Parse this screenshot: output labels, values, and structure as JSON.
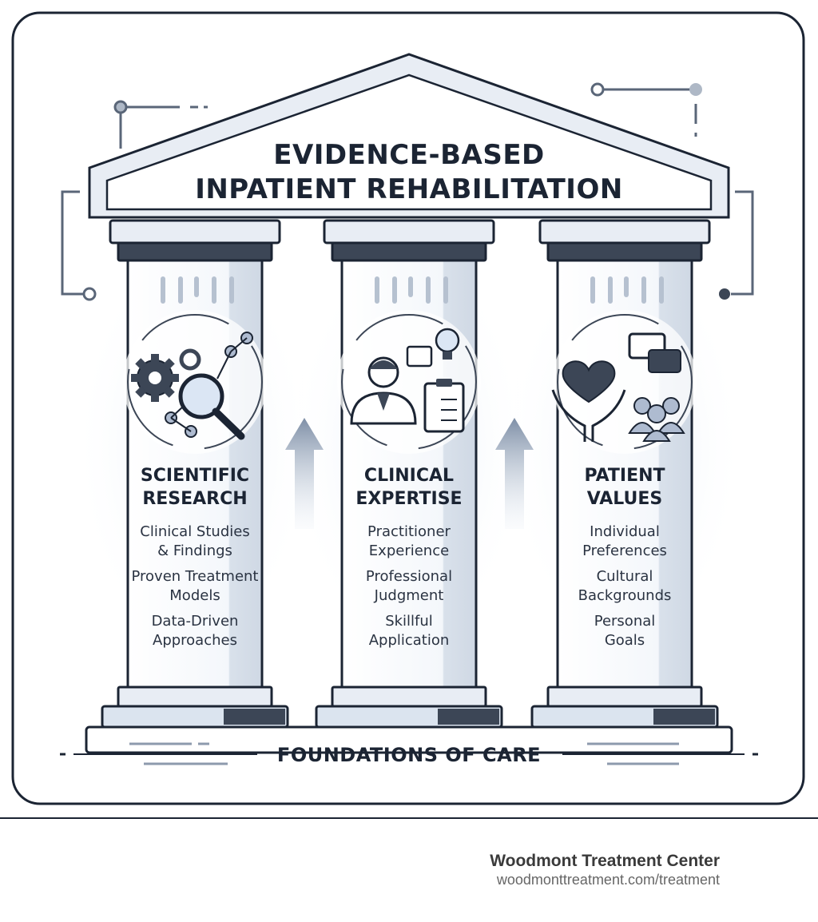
{
  "diagram": {
    "title_lines": [
      "EVIDENCE-BASED",
      "INPATIENT REHABILITATION"
    ],
    "pillars": [
      {
        "heading": [
          "SCIENTIFIC",
          "RESEARCH"
        ],
        "items": [
          [
            "Clinical Studies",
            "& Findings"
          ],
          [
            "Proven Treatment",
            "Models"
          ],
          [
            "Data-Driven",
            "Approaches"
          ]
        ],
        "icon": "research-icon"
      },
      {
        "heading": [
          "CLINICAL",
          "EXPERTISE"
        ],
        "items": [
          [
            "Practitioner",
            "Experience"
          ],
          [
            "Professional",
            "Judgment"
          ],
          [
            "Skillful",
            "Application"
          ]
        ],
        "icon": "clinician-icon"
      },
      {
        "heading": [
          "PATIENT",
          "VALUES"
        ],
        "items": [
          [
            "Individual",
            "Preferences"
          ],
          [
            "Cultural",
            "Backgrounds"
          ],
          [
            "Personal",
            "Goals"
          ]
        ],
        "icon": "patient-values-icon"
      }
    ],
    "foundation": "FOUNDATIONS OF CARE",
    "colors": {
      "ink": "#1b2433",
      "stone": "#e8edf4",
      "shade": "#c7d0dc",
      "dark": "#3c4656",
      "glow": "#d6e4f5"
    }
  },
  "footer": {
    "brand": "Woodmont Treatment Center",
    "url": "woodmonttreatment.com/treatment"
  }
}
